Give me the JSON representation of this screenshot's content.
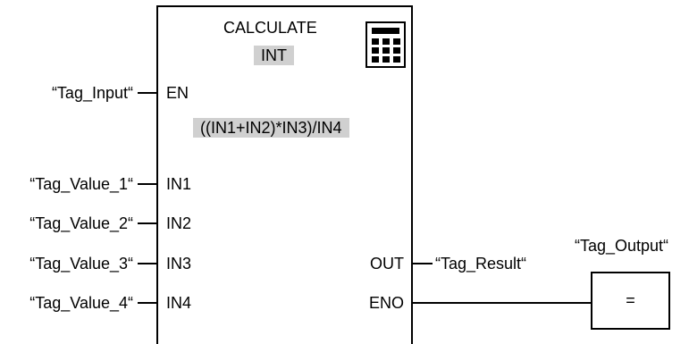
{
  "block": {
    "title": "CALCULATE",
    "data_type": "INT",
    "expression": "((IN1+IN2)*IN3)/IN4",
    "icon": "calculator-icon"
  },
  "inputs": [
    {
      "pin": "EN",
      "tag": "“Tag_Input“"
    },
    {
      "pin": "IN1",
      "tag": "“Tag_Value_1“"
    },
    {
      "pin": "IN2",
      "tag": "“Tag_Value_2“"
    },
    {
      "pin": "IN3",
      "tag": "“Tag_Value_3“"
    },
    {
      "pin": "IN4",
      "tag": "“Tag_Value_4“"
    }
  ],
  "outputs": [
    {
      "pin": "OUT",
      "tag": "“Tag_Result“"
    },
    {
      "pin": "ENO"
    }
  ],
  "coil": {
    "tag": "“Tag_Output“",
    "symbol": "="
  }
}
